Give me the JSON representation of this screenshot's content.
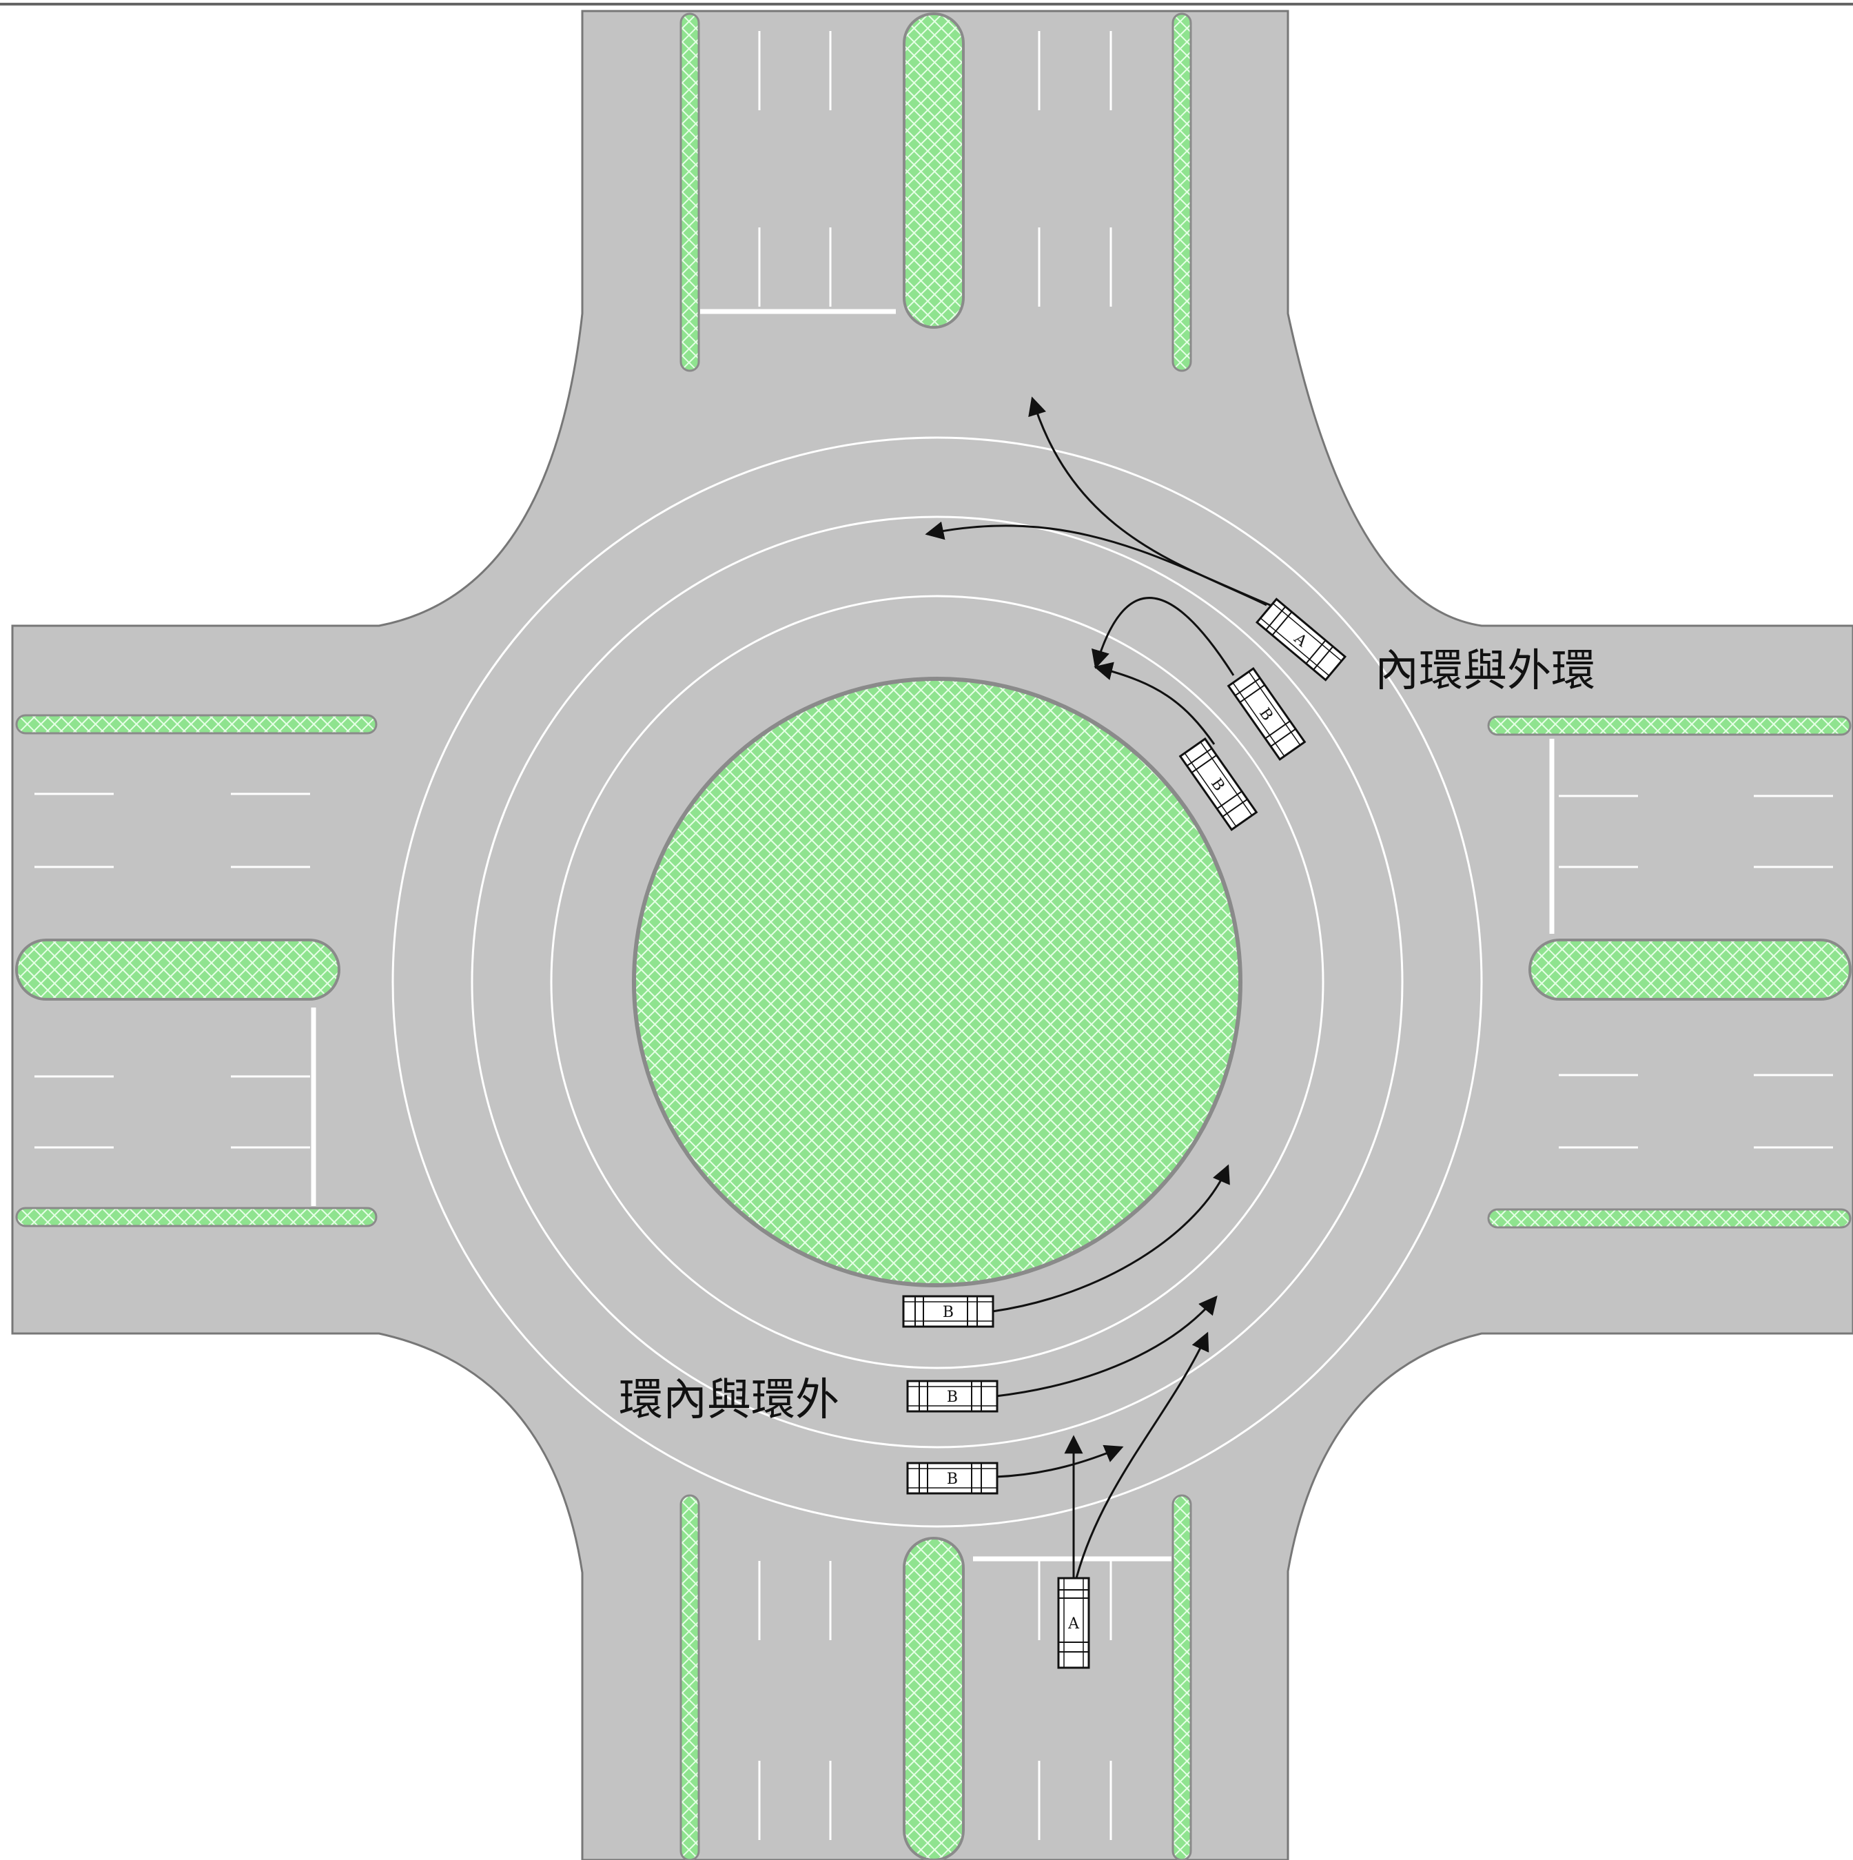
{
  "labels": {
    "upper_right": "內環與外環",
    "lower_left": "環內與環外"
  },
  "vehicles": [
    {
      "id": "A",
      "label": "A",
      "lane": "south-approach"
    },
    {
      "id": "A",
      "label": "A",
      "lane": "roundabout-outer-ne"
    },
    {
      "id": "B",
      "label": "B",
      "lane": "roundabout-middle-ne"
    },
    {
      "id": "B",
      "label": "B",
      "lane": "roundabout-inner-ne"
    },
    {
      "id": "B",
      "label": "B",
      "lane": "roundabout-inner-s"
    },
    {
      "id": "B",
      "label": "B",
      "lane": "roundabout-middle-s"
    },
    {
      "id": "B",
      "label": "B",
      "lane": "roundabout-outer-s"
    }
  ],
  "colors": {
    "road": "#c3c3c3",
    "island_fill": "#8fe38f",
    "island_hatch": "#e6ffe6",
    "marking": "#ffffff",
    "arrow": "#111111",
    "border": "#666666"
  }
}
